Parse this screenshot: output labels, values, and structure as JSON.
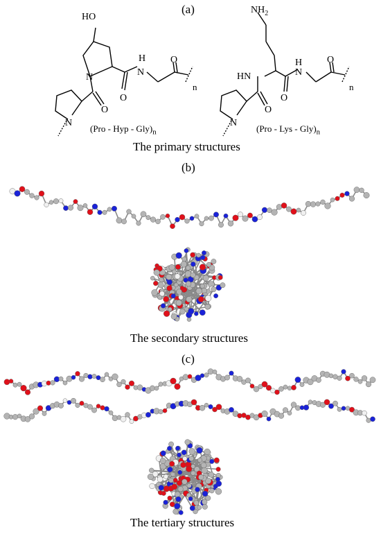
{
  "panels": {
    "a": {
      "label": "(a)",
      "caption": "The primary structures",
      "mol1": {
        "formula_main": "(Pro - Hyp - Gly)",
        "formula_sub": "n",
        "atoms": {
          "ho": "HO",
          "n": "N",
          "h": "H",
          "o": "O",
          "sub_n": "n"
        }
      },
      "mol2": {
        "formula_main": "(Pro - Lys - Gly)",
        "formula_sub": "n",
        "atoms": {
          "nh2_main": "NH",
          "nh2_sub": "2",
          "hn": "HN",
          "n": "N",
          "h": "H",
          "o": "O",
          "sub_n": "n"
        }
      }
    },
    "b": {
      "label": "(b)",
      "caption": "The secondary structures"
    },
    "c": {
      "label": "(c)",
      "caption": "The tertiary structures"
    }
  },
  "colors": {
    "carbon": "#b4b4b4",
    "oxygen": "#e0101a",
    "nitrogen": "#1a22d8",
    "hydrogen": "#f0f0f0",
    "bond": "#000000"
  }
}
